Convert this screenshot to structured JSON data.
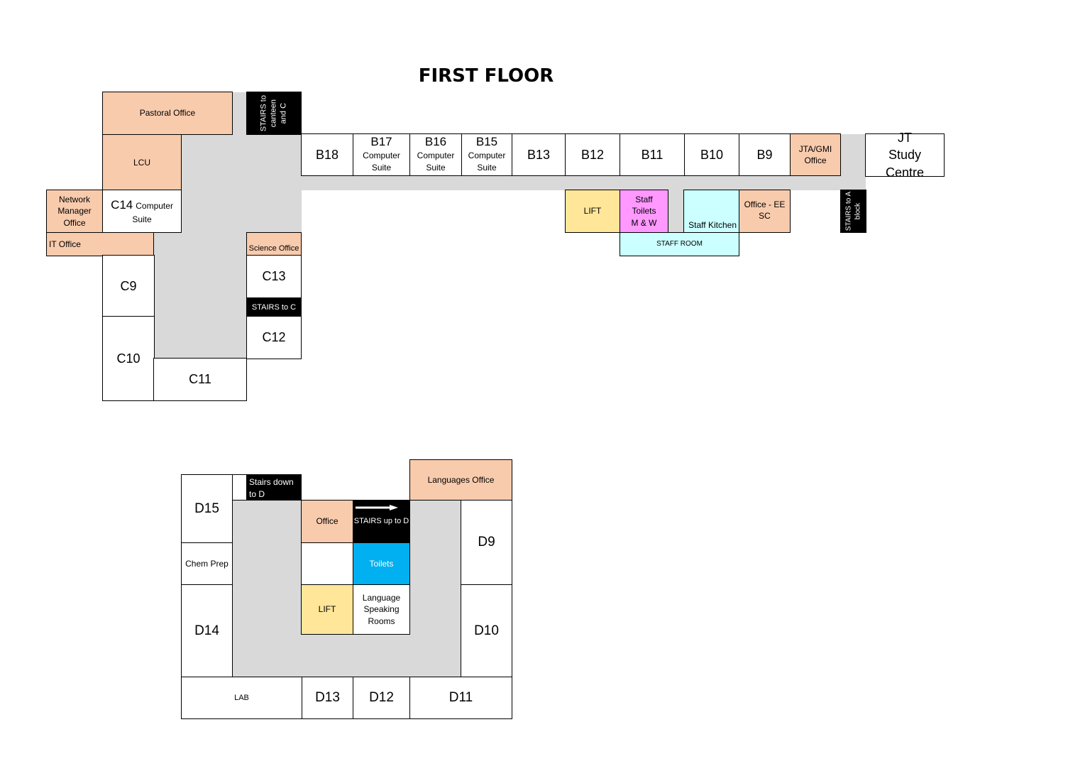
{
  "title": "FIRST FLOOR",
  "colors": {
    "corridor": "#d9d9d9",
    "office": "#f8cbad",
    "stairs": "#000000",
    "lift": "#ffe699",
    "staff_toilets": "#ff99ff",
    "staff_kitchen": "#ccffff",
    "toilets": "#00b0f0"
  },
  "block_bc": {
    "pastoral_office": "Pastoral Office",
    "stairs_canteen": "STAIRS to canteen and C",
    "lcu": "LCU",
    "network_manager_office": "Network Manager Office",
    "c14": {
      "code": "C14",
      "label": "Computer Suite"
    },
    "it_office": "IT Office",
    "science_office": "Science Office",
    "c9": "C9",
    "c10": "C10",
    "c11": "C11",
    "c12": "C12",
    "c13": "C13",
    "stairs_to_c": "STAIRS to C",
    "b18": "B18",
    "b17": {
      "code": "B17",
      "label": "Computer Suite"
    },
    "b16": {
      "code": "B16",
      "label": "Computer Suite"
    },
    "b15": {
      "code": "B15",
      "label": "Computer Suite"
    },
    "b13": "B13",
    "b12": "B12",
    "b11": "B11",
    "b10": "B10",
    "b9": "B9",
    "jta_gmi_office": "JTA/GMI Office",
    "jt_study_centre": "JT Study Centre",
    "lift": "LIFT",
    "staff_toilets": "Staff Toilets M & W",
    "staff_kitchen": "Staff Kitchen",
    "office_ee_sc": "Office - EE SC",
    "stairs_a_block": "STAIRS to A block",
    "staff_room": "STAFF ROOM"
  },
  "block_d": {
    "d15": "D15",
    "stairs_down_d": "Stairs down to D",
    "languages_office": "Languages Office",
    "office": "Office",
    "stairs_up_d": "STAIRS up to D",
    "chem_prep": "Chem Prep",
    "toilets": "Toilets",
    "d9": "D9",
    "d14": "D14",
    "lift": "LIFT",
    "language_speaking_rooms": "Language Speaking Rooms",
    "d10": "D10",
    "lab": "LAB",
    "d13": "D13",
    "d12": "D12",
    "d11": "D11"
  }
}
